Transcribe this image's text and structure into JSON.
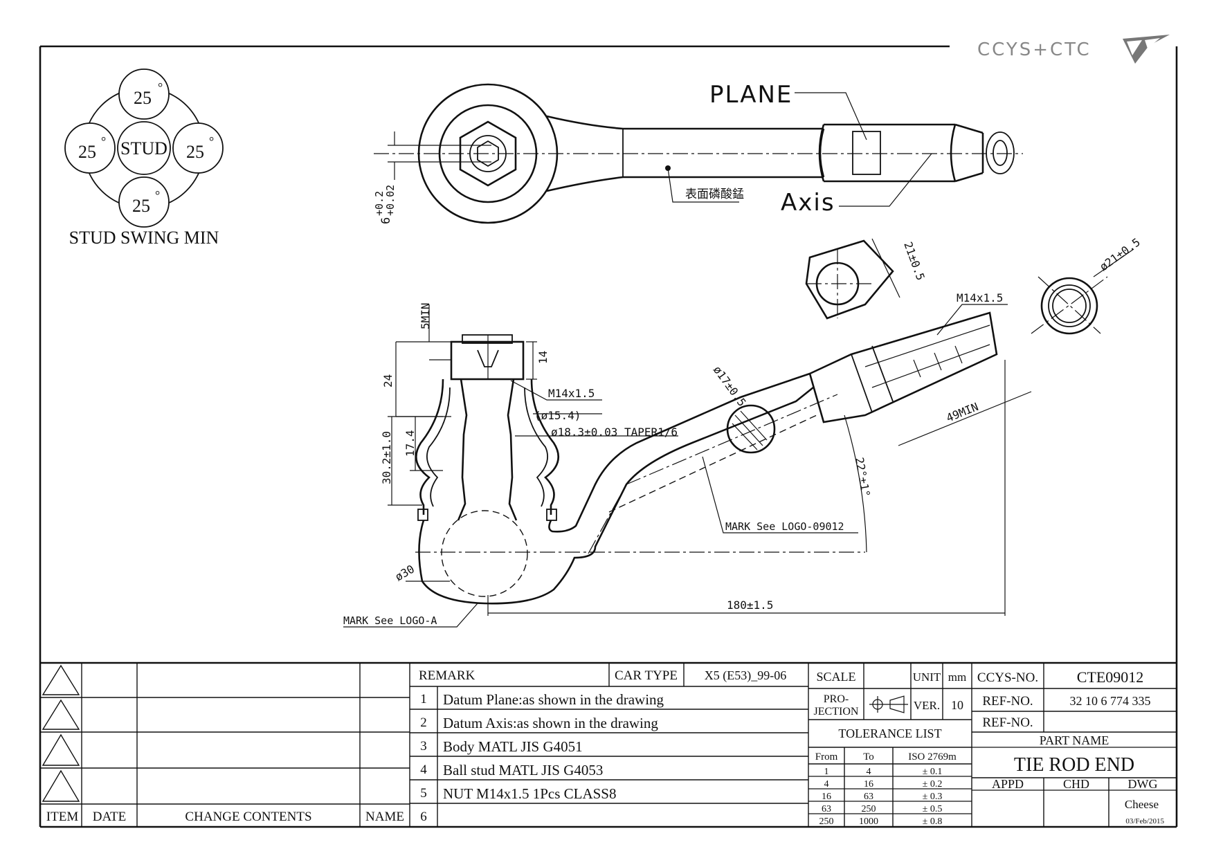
{
  "logo": {
    "text": "CCYS+CTC"
  },
  "stud_swing": {
    "title": "STUD SWING MIN",
    "center": "STUD",
    "top": "25",
    "left": "25",
    "right": "25",
    "bottom": "25",
    "degree": "°"
  },
  "top_view": {
    "plane_label": "PLANE",
    "axis_label": "Axis",
    "surface_note": "表面磷酸錳",
    "tolerance": "6+0.2\n+0.02",
    "tol_base": "6",
    "tol_upper": "+0.2",
    "tol_lower": "+0.02"
  },
  "side_view": {
    "dim_5min": "5MIN",
    "dim_14": "14",
    "dim_24": "24",
    "dim_174": "17.4",
    "dim_302": "30.2±1.0",
    "thread_stud": "M14x1.5",
    "dia_154": "(ø15.4)",
    "taper": "ø18.3±0.03  TAPER1/6",
    "dia_17": "ø17±0.5",
    "dia_30": "ø30",
    "angle_22": "22°±1°",
    "dim_180": "180±1.5",
    "dim_49min": "49MIN",
    "thread_rod": "M14x1.5",
    "dim_21": "21±0.5",
    "dia_21": "ø21±0.5",
    "mark_logo": "MARK  See  LOGO-09012",
    "mark_logo_a": "MARK  See  LOGO-A"
  },
  "revision_block": {
    "headers": {
      "item": "ITEM",
      "date": "DATE",
      "change": "CHANGE CONTENTS",
      "name": "NAME"
    }
  },
  "remarks": {
    "header": "REMARK",
    "car_type_label": "CAR TYPE",
    "car_type_value": "X5 (E53)_99-06",
    "items": [
      {
        "no": "1",
        "text": "Datum Plane:as shown in the drawing"
      },
      {
        "no": "2",
        "text": "Datum Axis:as shown in the drawing"
      },
      {
        "no": "3",
        "text": "Body MATL JIS G4051"
      },
      {
        "no": "4",
        "text": "Ball stud MATL JIS G4053"
      },
      {
        "no": "5",
        "text": "NUT M14x1.5 1Pcs CLASS8"
      },
      {
        "no": "6",
        "text": ""
      }
    ]
  },
  "scale_block": {
    "scale_label": "SCALE",
    "unit_label": "UNIT",
    "unit_value": "mm",
    "projection_label_1": "PRO-",
    "projection_label_2": "JECTION",
    "ver_label": "VER.",
    "ver_value": "10",
    "tolerance_title": "TOLERANCE LIST",
    "tol_headers": {
      "from": "From",
      "to": "To",
      "iso": "ISO 2769m"
    },
    "tol_rows": [
      {
        "from": "1",
        "to": "4",
        "tol": "± 0.1"
      },
      {
        "from": "4",
        "to": "16",
        "tol": "± 0.2"
      },
      {
        "from": "16",
        "to": "63",
        "tol": "± 0.3"
      },
      {
        "from": "63",
        "to": "250",
        "tol": "± 0.5"
      },
      {
        "from": "250",
        "to": "1000",
        "tol": "± 0.8"
      }
    ]
  },
  "title_block": {
    "ccys_label": "CCYS-NO.",
    "ccys_value": "CTE09012",
    "ref1_label": "REF-NO.",
    "ref1_value": "32 10 6 774 335",
    "ref2_label": "REF-NO.",
    "ref2_value": "",
    "part_name_label": "PART NAME",
    "part_name_value": "TIE ROD END",
    "appd_label": "APPD",
    "chd_label": "CHD",
    "dwg_label": "DWG",
    "dwg_name": "Cheese",
    "dwg_date": "03/Feb/2015"
  }
}
